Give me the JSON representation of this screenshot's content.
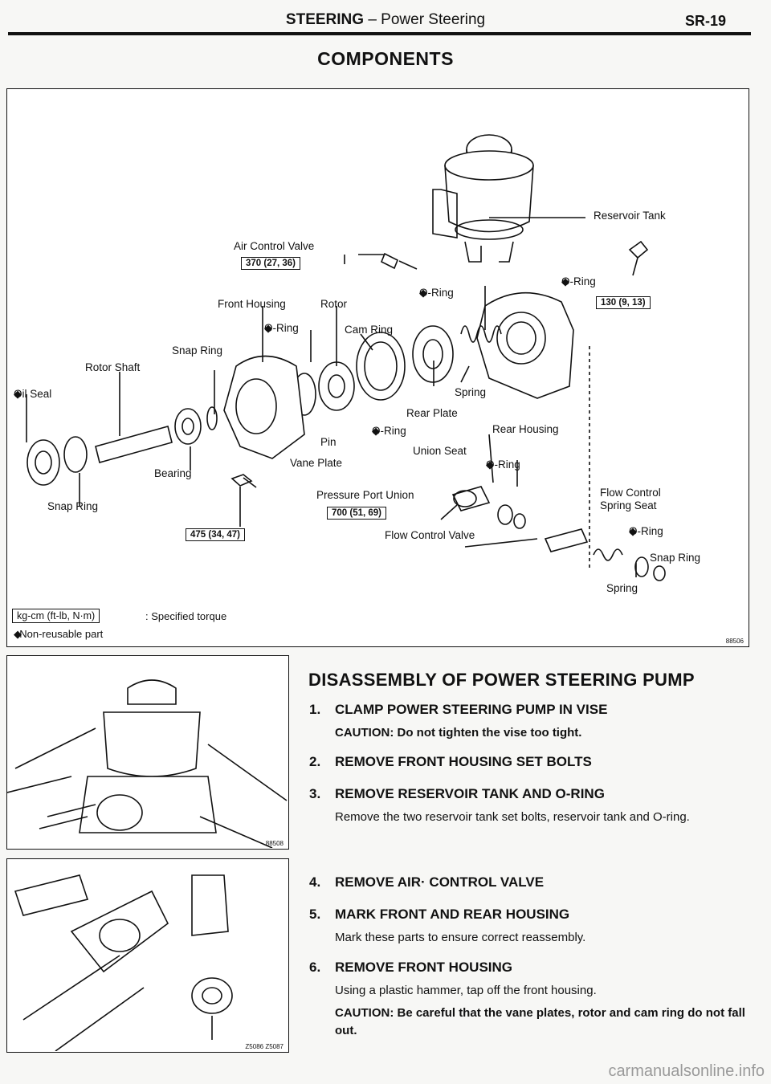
{
  "header": {
    "section": "STEERING",
    "separator": " – ",
    "subsection": "Power Steering",
    "page": "SR-19"
  },
  "components": {
    "title": "COMPONENTS",
    "labels": {
      "reservoir_tank": "Reservoir Tank",
      "air_control_valve": "Air Control Valve",
      "oring_top_right": "O-Ring",
      "oring_center": "O-Ring",
      "front_housing": "Front Housing",
      "rotor": "Rotor",
      "oring_front": "O-Ring",
      "cam_ring": "Cam Ring",
      "snap_ring_top": "Snap Ring",
      "rotor_shaft": "Rotor Shaft",
      "oil_seal": "Oil Seal",
      "spring_center": "Spring",
      "rear_plate": "Rear Plate",
      "oring_lower": "O-Ring",
      "rear_housing": "Rear Housing",
      "pin": "Pin",
      "union_seat": "Union Seat",
      "vane_plate": "Vane Plate",
      "oring_union": "O-Ring",
      "bearing": "Bearing",
      "pressure_port_union": "Pressure Port Union",
      "flow_control_spring_seat_1": "Flow Control",
      "flow_control_spring_seat_2": "Spring Seat",
      "snap_ring_left": "Snap Ring",
      "flow_control_valve": "Flow Control Valve",
      "oring_right": "O-Ring",
      "snap_ring_right": "Snap Ring",
      "spring_right": "Spring"
    },
    "torques": {
      "air_control_valve": "370 (27, 36)",
      "rear_bolt": "130 (9, 13)",
      "pressure_port_union": "700 (51, 69)",
      "front_bolt": "475 (34, 47)"
    },
    "legend": {
      "unit_box": "kg-cm (ft-lb, N·m)",
      "unit_desc": ": Specified torque",
      "nonreusable": "Non-reusable part"
    },
    "figure_code": "88506"
  },
  "figures": {
    "fig1_code": "88508",
    "fig2_code": "Z5086 Z5087"
  },
  "disassembly": {
    "title": "DISASSEMBLY OF POWER STEERING PUMP",
    "steps": [
      {
        "num": "1.",
        "head": "CLAMP POWER STEERING PUMP IN VISE",
        "caution": "CAUTION:   Do not tighten the vise too tight."
      },
      {
        "num": "2.",
        "head": "REMOVE FRONT HOUSING SET BOLTS"
      },
      {
        "num": "3.",
        "head": "REMOVE RESERVOIR TANK AND O-RING",
        "body": "Remove the two reservoir tank set bolts, reservoir tank and O-ring."
      },
      {
        "num": "4.",
        "head": "REMOVE AIR· CONTROL VALVE"
      },
      {
        "num": "5.",
        "head": "MARK FRONT AND REAR HOUSING",
        "body": "Mark these parts to ensure correct reassembly."
      },
      {
        "num": "6.",
        "head": "REMOVE FRONT HOUSING",
        "body": "Using a plastic hammer, tap off the front housing.",
        "caution": "CAUTION:   Be careful that the vane plates, rotor and cam ring do not fall out."
      }
    ]
  },
  "footer": {
    "watermark": "carmanualsonline.info"
  }
}
